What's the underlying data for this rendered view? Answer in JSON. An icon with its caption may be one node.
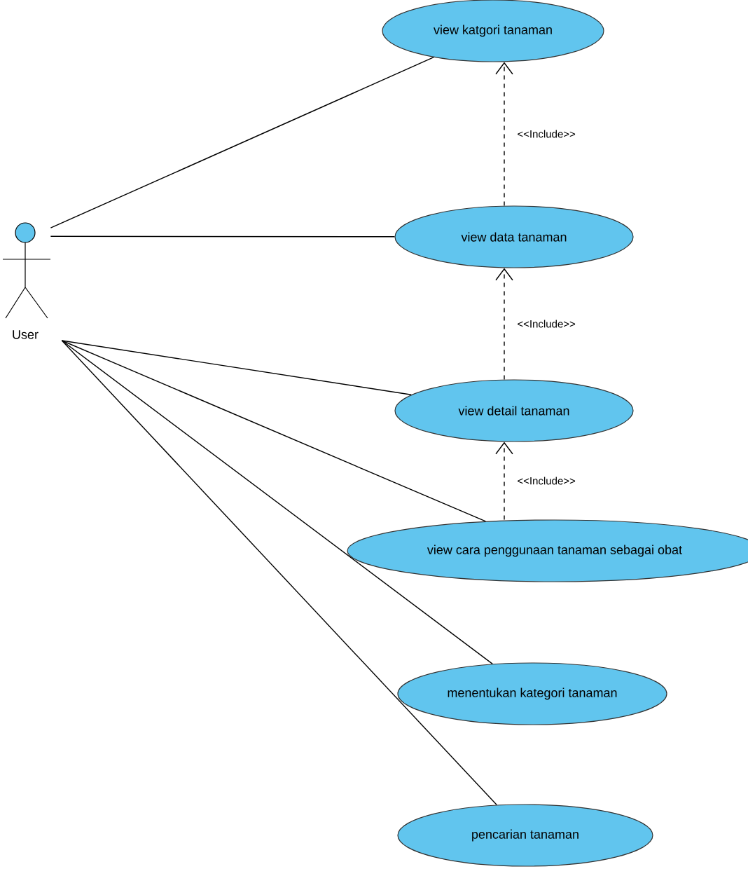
{
  "diagram": {
    "nodes": [
      {
        "text": [
          "User"
        ]
      },
      {
        "text": [
          "view katgori tanaman"
        ]
      },
      {
        "text": [
          "view data tanaman"
        ]
      },
      {
        "text": [
          "view detail tanaman"
        ]
      },
      {
        "text": [
          "view cara penggunaan tanaman sebagai obat"
        ]
      },
      {
        "text": [
          "menentukan kategori tanaman"
        ]
      },
      {
        "text": [
          "pencarian tanaman"
        ]
      }
    ],
    "edges": [
      {
        "from": 0,
        "to": 1,
        "arrow": "none"
      },
      {
        "from": 0,
        "to": 2,
        "arrow": "none"
      },
      {
        "from": 0,
        "to": 3,
        "arrow": "none"
      },
      {
        "from": 0,
        "to": 4,
        "arrow": "none"
      },
      {
        "from": 0,
        "to": 5,
        "arrow": "none"
      },
      {
        "from": 0,
        "to": 6,
        "arrow": "none"
      },
      {
        "from": 2,
        "to": 1,
        "arrow": "to",
        "style": "dashed",
        "label": "<<Include>>"
      },
      {
        "from": 3,
        "to": 2,
        "arrow": "to",
        "style": "dashed",
        "label": "<<Include>>"
      },
      {
        "from": 4,
        "to": 3,
        "arrow": "to",
        "style": "dashed",
        "label": "<<Include>>"
      }
    ]
  }
}
